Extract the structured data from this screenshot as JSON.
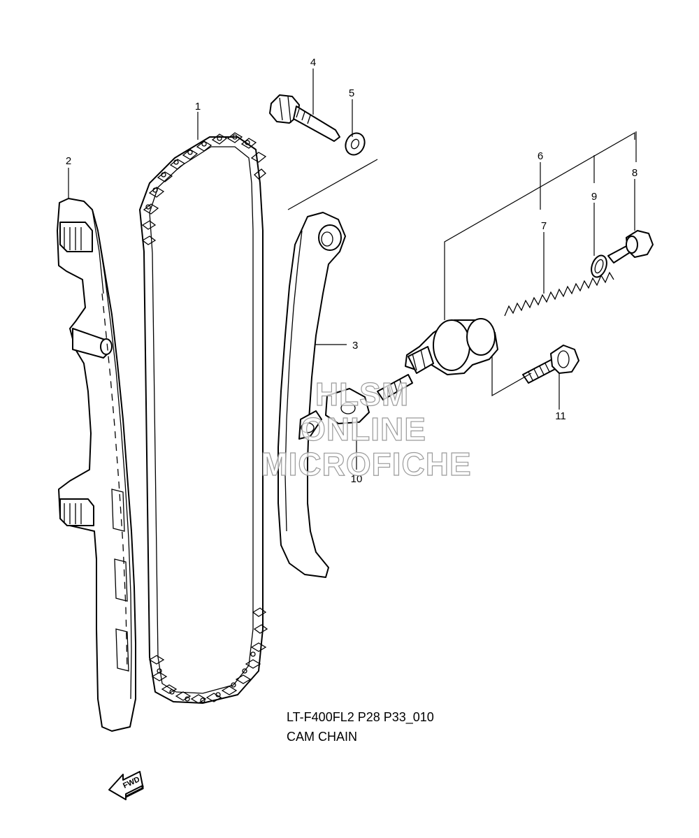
{
  "callouts": [
    {
      "id": "1",
      "label": "1"
    },
    {
      "id": "2",
      "label": "2"
    },
    {
      "id": "3",
      "label": "3"
    },
    {
      "id": "4",
      "label": "4"
    },
    {
      "id": "5",
      "label": "5"
    },
    {
      "id": "6",
      "label": "6"
    },
    {
      "id": "7",
      "label": "7"
    },
    {
      "id": "8",
      "label": "8"
    },
    {
      "id": "9",
      "label": "9"
    },
    {
      "id": "10",
      "label": "10"
    },
    {
      "id": "11",
      "label": "11"
    }
  ],
  "caption": {
    "model_code": "LT-F400FL2 P28 P33_010",
    "group_name": "CAM CHAIN"
  },
  "fwd_arrow": {
    "label": "FWD",
    "icon": "fwd-arrow-icon"
  },
  "watermark": {
    "line1": "HLSM",
    "line2": "ONLINE",
    "line3": "MICROFICHE"
  }
}
